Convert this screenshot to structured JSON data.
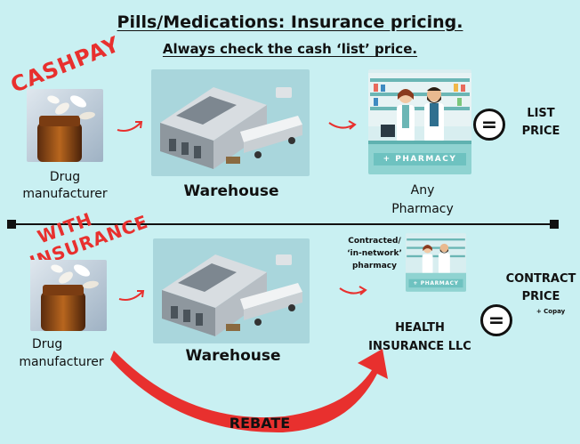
{
  "title": "Pills/Medications:  Insurance pricing.",
  "subtitle": "Always check the cash ‘list’ price.",
  "cashpay": {
    "label": "CASHPAY",
    "manufacturer": [
      "Drug",
      "manufacturer"
    ],
    "warehouse": "Warehouse",
    "pharmacy": [
      "Any",
      "Pharmacy"
    ],
    "pharmacy_sign": "+ PHARMACY",
    "equals": "=",
    "price": [
      "LIST",
      "PRICE"
    ]
  },
  "insurance": {
    "label": [
      "WITH",
      "INSURANCE"
    ],
    "manufacturer": [
      "Drug",
      "manufacturer"
    ],
    "warehouse": "Warehouse",
    "pharmacy": [
      "Contracted/",
      "‘in-network’",
      "pharmacy"
    ],
    "pharmacy_sign": "+ PHARMACY",
    "insurer": [
      "HEALTH",
      "INSURANCE LLC"
    ],
    "equals": "=",
    "price": [
      "CONTRACT",
      "PRICE"
    ],
    "price_note": "+ Copay",
    "rebate": "REBATE"
  },
  "colors": {
    "background": "#c9f0f2",
    "accent_red": "#e8302e",
    "text": "#111111",
    "pharmacy_teal": "#8fd3d1"
  }
}
